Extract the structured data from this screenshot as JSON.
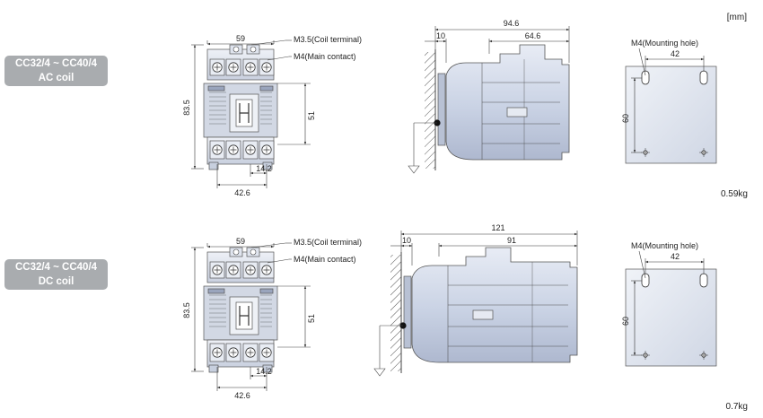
{
  "unit": "[mm]",
  "variants": [
    {
      "title": "CC32/4 ~ CC40/4",
      "coil": "AC coil",
      "weight": "0.59kg",
      "front": {
        "width": "59",
        "height": "83.5",
        "mid_height": "51",
        "pitch": "14.2",
        "base_width": "42.6",
        "coil_terminal": "M3.5(Coil terminal)",
        "main_contact": "M4(Main contact)"
      },
      "side": {
        "depth": "94.6",
        "offset": "10",
        "body": "64.6"
      },
      "mounting": {
        "hole": "M4(Mounting hole)",
        "h_spacing": "42",
        "v_spacing": "60"
      }
    },
    {
      "title": "CC32/4 ~ CC40/4",
      "coil": "DC coil",
      "weight": "0.7kg",
      "front": {
        "width": "59",
        "height": "83.5",
        "mid_height": "51",
        "pitch": "14.2",
        "base_width": "42.6",
        "coil_terminal": "M3.5(Coil terminal)",
        "main_contact": "M4(Main contact)"
      },
      "side": {
        "depth": "121",
        "offset": "10",
        "body": "91"
      },
      "mounting": {
        "hole": "M4(Mounting hole)",
        "h_spacing": "42",
        "v_spacing": "60"
      }
    }
  ]
}
